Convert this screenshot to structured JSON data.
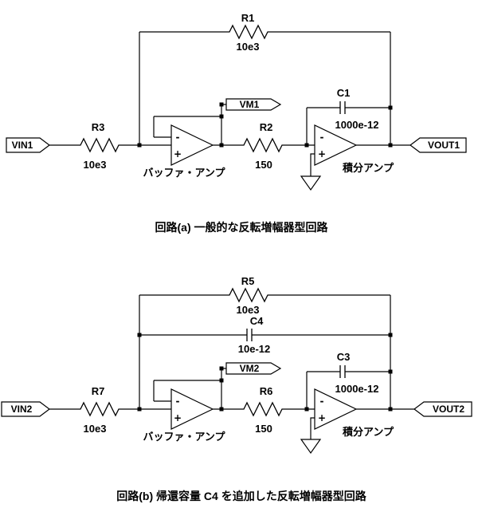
{
  "figure": {
    "background_color": "#ffffff",
    "line_color": "#000000"
  },
  "opamp": {
    "minus_sign": "-",
    "plus_sign": "+"
  },
  "circuit_a": {
    "caption": "回路(a) 一般的な反転増幅器型回路",
    "nets": {
      "vin": "VIN1",
      "vout": "VOUT1",
      "vm": "VM1"
    },
    "labels": {
      "buffer": "バッファ・アンプ",
      "integrator": "積分アンプ"
    },
    "components": {
      "r1": {
        "ref": "R1",
        "value": "10e3"
      },
      "r2": {
        "ref": "R2",
        "value": "150"
      },
      "r3": {
        "ref": "R3",
        "value": "10e3"
      },
      "c1": {
        "ref": "C1",
        "value": "1000e-12"
      }
    }
  },
  "circuit_b": {
    "caption": "回路(b) 帰還容量 C4 を追加した反転増幅器型回路",
    "nets": {
      "vin": "VIN2",
      "vout": "VOUT2",
      "vm": "VM2"
    },
    "labels": {
      "buffer": "バッファ・アンプ",
      "integrator": "積分アンプ"
    },
    "components": {
      "r5": {
        "ref": "R5",
        "value": "10e3"
      },
      "r6": {
        "ref": "R6",
        "value": "150"
      },
      "r7": {
        "ref": "R7",
        "value": "10e3"
      },
      "c3": {
        "ref": "C3",
        "value": "1000e-12"
      },
      "c4": {
        "ref": "C4",
        "value": "10e-12"
      }
    }
  }
}
